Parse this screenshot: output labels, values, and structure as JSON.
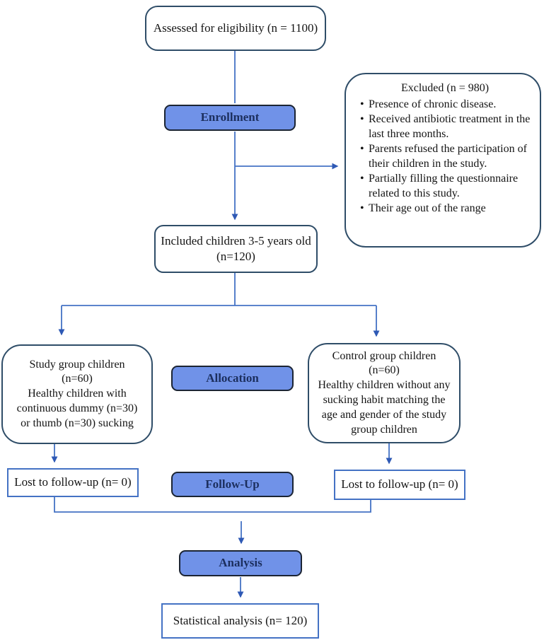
{
  "colors": {
    "banner_fill": "#7092e8",
    "banner_border": "#1b2433",
    "banner_text": "#1c2f5e",
    "rounded_box_border": "#2f4d68",
    "square_box_border": "#4472c4",
    "connector": "#4472c4",
    "arrowhead": "#2e59b5",
    "body_text": "#141414"
  },
  "nodes": {
    "assessed": {
      "text": "Assessed for eligibility (n = 1100)"
    },
    "enrollment": {
      "label": "Enrollment"
    },
    "excluded": {
      "title": "Excluded (n = 980)",
      "bullets": [
        "Presence of chronic disease.",
        "Received antibiotic treatment in the last three months.",
        "Parents refused the participation of their children in the study.",
        "Partially filling the questionnaire related to this study.",
        "Their age out of the range"
      ]
    },
    "included": {
      "line1": "Included children 3-5 years old",
      "line2": "(n=120)"
    },
    "study_group": {
      "lines": [
        "Study group children",
        "(n=60)",
        "Healthy children with",
        "continuous dummy (n=30)",
        "or thumb (n=30) sucking"
      ]
    },
    "allocation": {
      "label": "Allocation"
    },
    "control_group": {
      "lines": [
        "Control group children",
        "(n=60)",
        "Healthy children without any",
        "sucking habit matching the",
        "age and gender of the study",
        "group children"
      ]
    },
    "lost_left": {
      "text": "Lost to follow-up (n= 0)"
    },
    "followup": {
      "label": "Follow-Up"
    },
    "lost_right": {
      "text": "Lost to follow-up (n= 0)"
    },
    "analysis": {
      "label": "Analysis"
    },
    "statistical": {
      "text": "Statistical analysis (n= 120)"
    }
  }
}
